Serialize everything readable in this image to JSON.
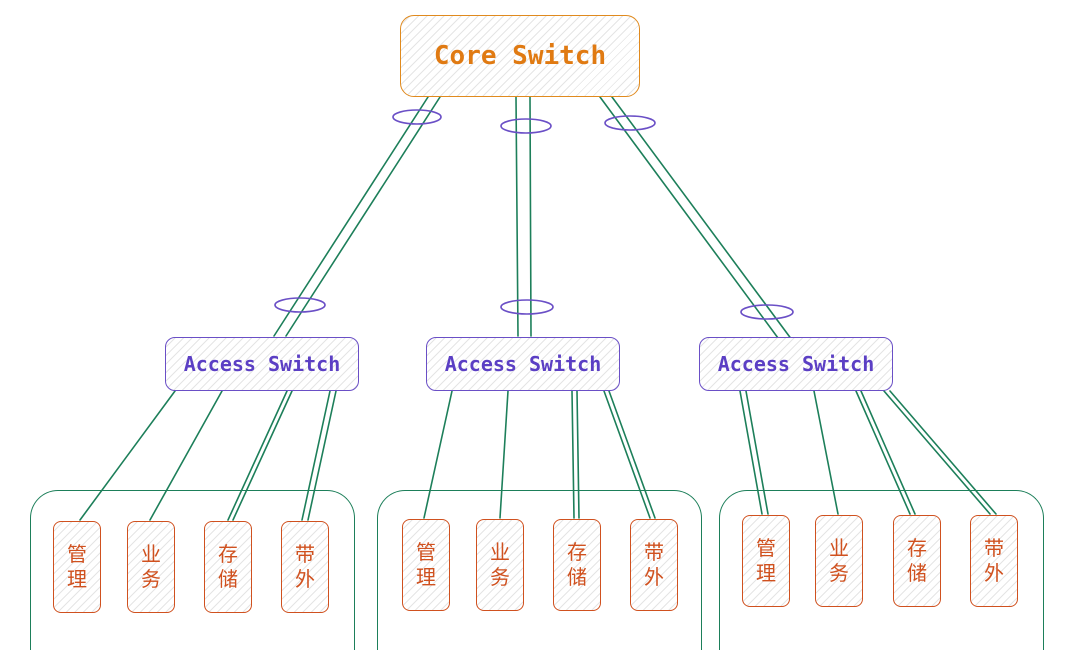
{
  "core": {
    "label": "Core Switch"
  },
  "access": [
    {
      "label": "Access Switch"
    },
    {
      "label": "Access Switch"
    },
    {
      "label": "Access Switch"
    }
  ],
  "groups": [
    {
      "ports": [
        {
          "top": "管",
          "bottom": "理"
        },
        {
          "top": "业",
          "bottom": "务"
        },
        {
          "top": "存",
          "bottom": "储"
        },
        {
          "top": "带",
          "bottom": "外"
        }
      ]
    },
    {
      "ports": [
        {
          "top": "管",
          "bottom": "理"
        },
        {
          "top": "业",
          "bottom": "务"
        },
        {
          "top": "存",
          "bottom": "储"
        },
        {
          "top": "带",
          "bottom": "外"
        }
      ]
    },
    {
      "ports": [
        {
          "top": "管",
          "bottom": "理"
        },
        {
          "top": "业",
          "bottom": "务"
        },
        {
          "top": "存",
          "bottom": "储"
        },
        {
          "top": "带",
          "bottom": "外"
        }
      ]
    }
  ],
  "colors": {
    "core": "#e08a1e",
    "access": "#6a4fc6",
    "link": "#1d7f5a",
    "port": "#d0511f",
    "lag": "#6a4fc6"
  }
}
